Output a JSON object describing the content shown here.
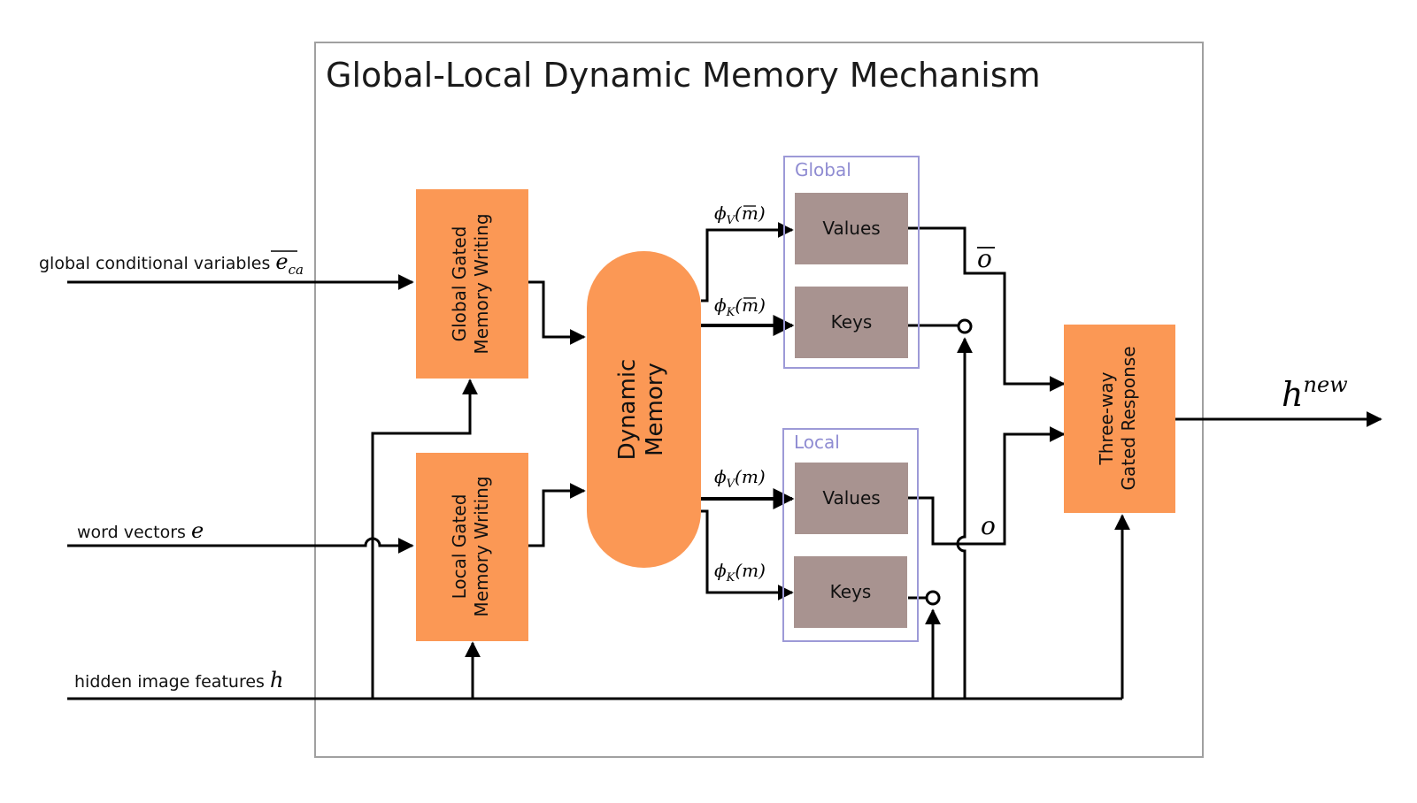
{
  "title": "Global-Local Dynamic Memory Mechanism",
  "inputs": {
    "global": {
      "text": "global conditional variables ",
      "var": "e",
      "sub": "ca"
    },
    "word": {
      "text": "word vectors ",
      "var": "e"
    },
    "hidden": {
      "text": "hidden image features ",
      "var": "h"
    }
  },
  "blocks": {
    "global_writing": [
      "Global Gated",
      "Memory Writing"
    ],
    "local_writing": [
      "Local Gated",
      "Memory Writing"
    ],
    "dynamic_memory": [
      "Dynamic",
      "Memory"
    ],
    "three_way": [
      "Three-way",
      "Gated Response"
    ]
  },
  "groups": {
    "global": {
      "label": "Global",
      "values": "Values",
      "keys": "Keys"
    },
    "local": {
      "label": "Local",
      "values": "Values",
      "keys": "Keys"
    }
  },
  "edge_labels": {
    "phi": "ϕ",
    "V": "V",
    "K": "K",
    "m": "m",
    "open": "(",
    "close": ")",
    "o": "o"
  },
  "output": {
    "var": "h",
    "sup": "new"
  },
  "colors": {
    "orange": "#fb9855",
    "mauve": "#a89390",
    "group_border": "#9d9ad7",
    "frame": "#a0a0a0"
  }
}
